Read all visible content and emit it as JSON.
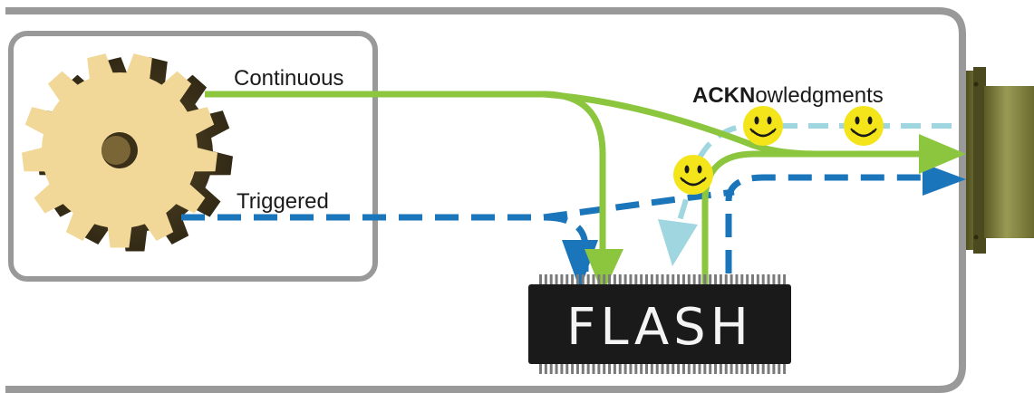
{
  "labels": {
    "continuous": "Continuous",
    "triggered": "Triggered",
    "ack_bold": "ACKN",
    "ack_rest": "owledgments",
    "flash": "FLASH"
  },
  "colors": {
    "outer_box": "#999999",
    "sensor_box": "#999999",
    "continuous_line": "#8cc63f",
    "triggered_line": "#1a75bb",
    "ack_line": "#9fd6df",
    "gear": "#f2d898",
    "gear_shadow": "#4a3d21",
    "chip": "#1a1a1a",
    "smiley": "#f3e51a",
    "connector": "#6f6f31"
  },
  "icons": [
    "gear-icon",
    "smiley-icon",
    "flash-chip-icon",
    "connector-icon"
  ]
}
